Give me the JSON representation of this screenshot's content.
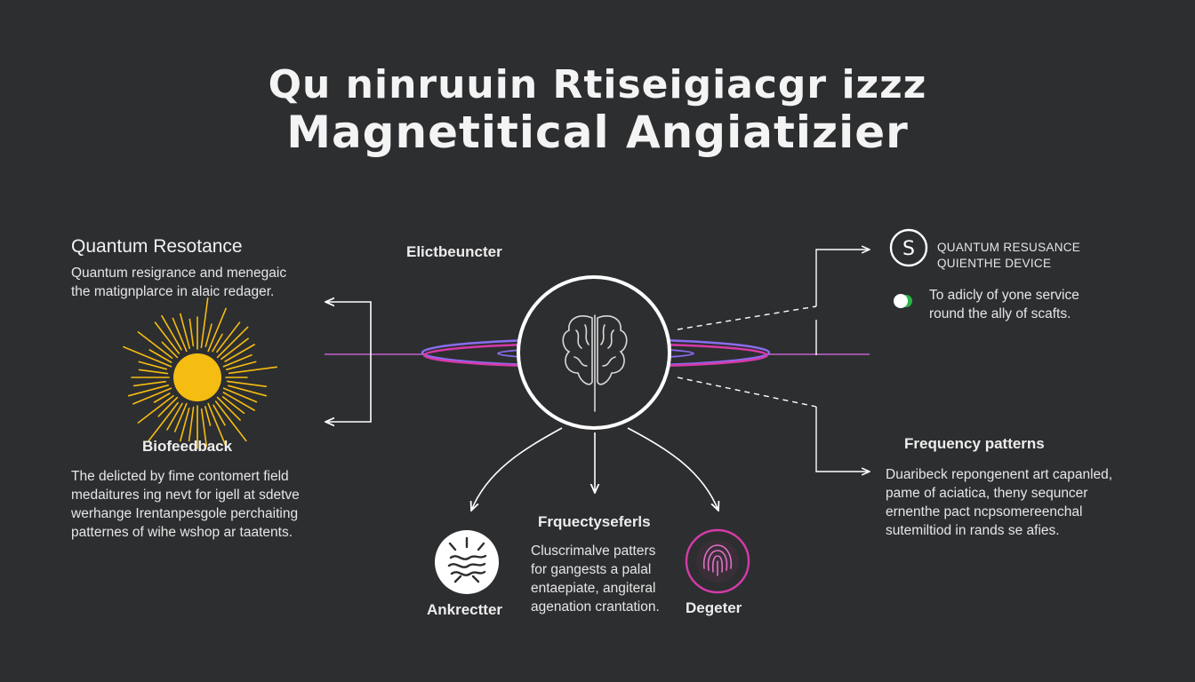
{
  "title": {
    "line1": "Qu ninruuin Rtiseigiacgr izzz",
    "line2": "Magnetitical Angiatizier"
  },
  "left_panel": {
    "heading": "Quantum Resotance",
    "text": [
      "Quantum resigrance and menegaic",
      "the matignplarce in alaic redager."
    ]
  },
  "center_label": "Elictbeuncter",
  "biofeedback": {
    "heading": "Biofeedback",
    "text": [
      "The delicted by fime contomert field",
      "medaitures ing nevt for igell at sdetve",
      "werhange Irentanpesgole perchaiting",
      "patternes of wihe wshop ar taatents."
    ]
  },
  "right_top": {
    "icon_letter": "S",
    "title": [
      "QUANTUM RESUSANCE",
      "QUIENTHE DEVICE"
    ],
    "text": [
      "To adicly of yone service",
      "round the ally of scafts."
    ]
  },
  "frequency": {
    "heading": "Frequency patterns",
    "text": [
      "Duaribeck repongenent art capanled,",
      "pame of aciatica, theny sequncer",
      "ernenthe pact ncpsomereenchal",
      "sutemiltiod in rands se afies."
    ]
  },
  "bottom_center": {
    "heading": "Frquectyseferls",
    "text": [
      "Cluscrimalve patters",
      "for gangests a palal",
      "entaepiate, angiteral",
      "agenation crantation."
    ]
  },
  "bottom_left_label": "Ankrectter",
  "bottom_right_label": "Degeter",
  "colors": {
    "background": "#2d2e30",
    "sun": "#f5bd12",
    "ring_purple": "#8a6cf0",
    "ring_magenta": "#d63aa8",
    "toggle_green": "#2bb34a"
  }
}
